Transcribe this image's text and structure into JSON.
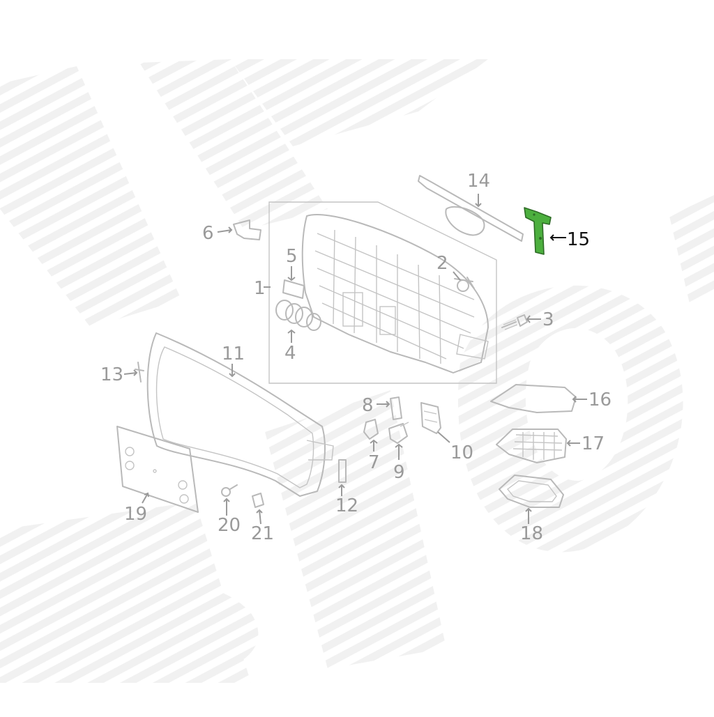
{
  "diagram": {
    "highlight_color": "#4caf3e",
    "line_color": "#b9b9b9",
    "label_color": "#9a9a9a",
    "active_label_color": "#111111",
    "highlighted_part": "15",
    "parts": [
      {
        "id": "p1",
        "label": "1"
      },
      {
        "id": "p2",
        "label": "2"
      },
      {
        "id": "p3",
        "label": "3"
      },
      {
        "id": "p4",
        "label": "4"
      },
      {
        "id": "p5",
        "label": "5"
      },
      {
        "id": "p6",
        "label": "6"
      },
      {
        "id": "p7",
        "label": "7"
      },
      {
        "id": "p8",
        "label": "8"
      },
      {
        "id": "p9",
        "label": "9"
      },
      {
        "id": "p10",
        "label": "10"
      },
      {
        "id": "p11",
        "label": "11"
      },
      {
        "id": "p12",
        "label": "12"
      },
      {
        "id": "p13",
        "label": "13"
      },
      {
        "id": "p14",
        "label": "14"
      },
      {
        "id": "p15",
        "label": "15"
      },
      {
        "id": "p16",
        "label": "16"
      },
      {
        "id": "p17",
        "label": "17"
      },
      {
        "id": "p18",
        "label": "18"
      },
      {
        "id": "p19",
        "label": "19"
      },
      {
        "id": "p20",
        "label": "20"
      },
      {
        "id": "p21",
        "label": "21"
      }
    ]
  }
}
